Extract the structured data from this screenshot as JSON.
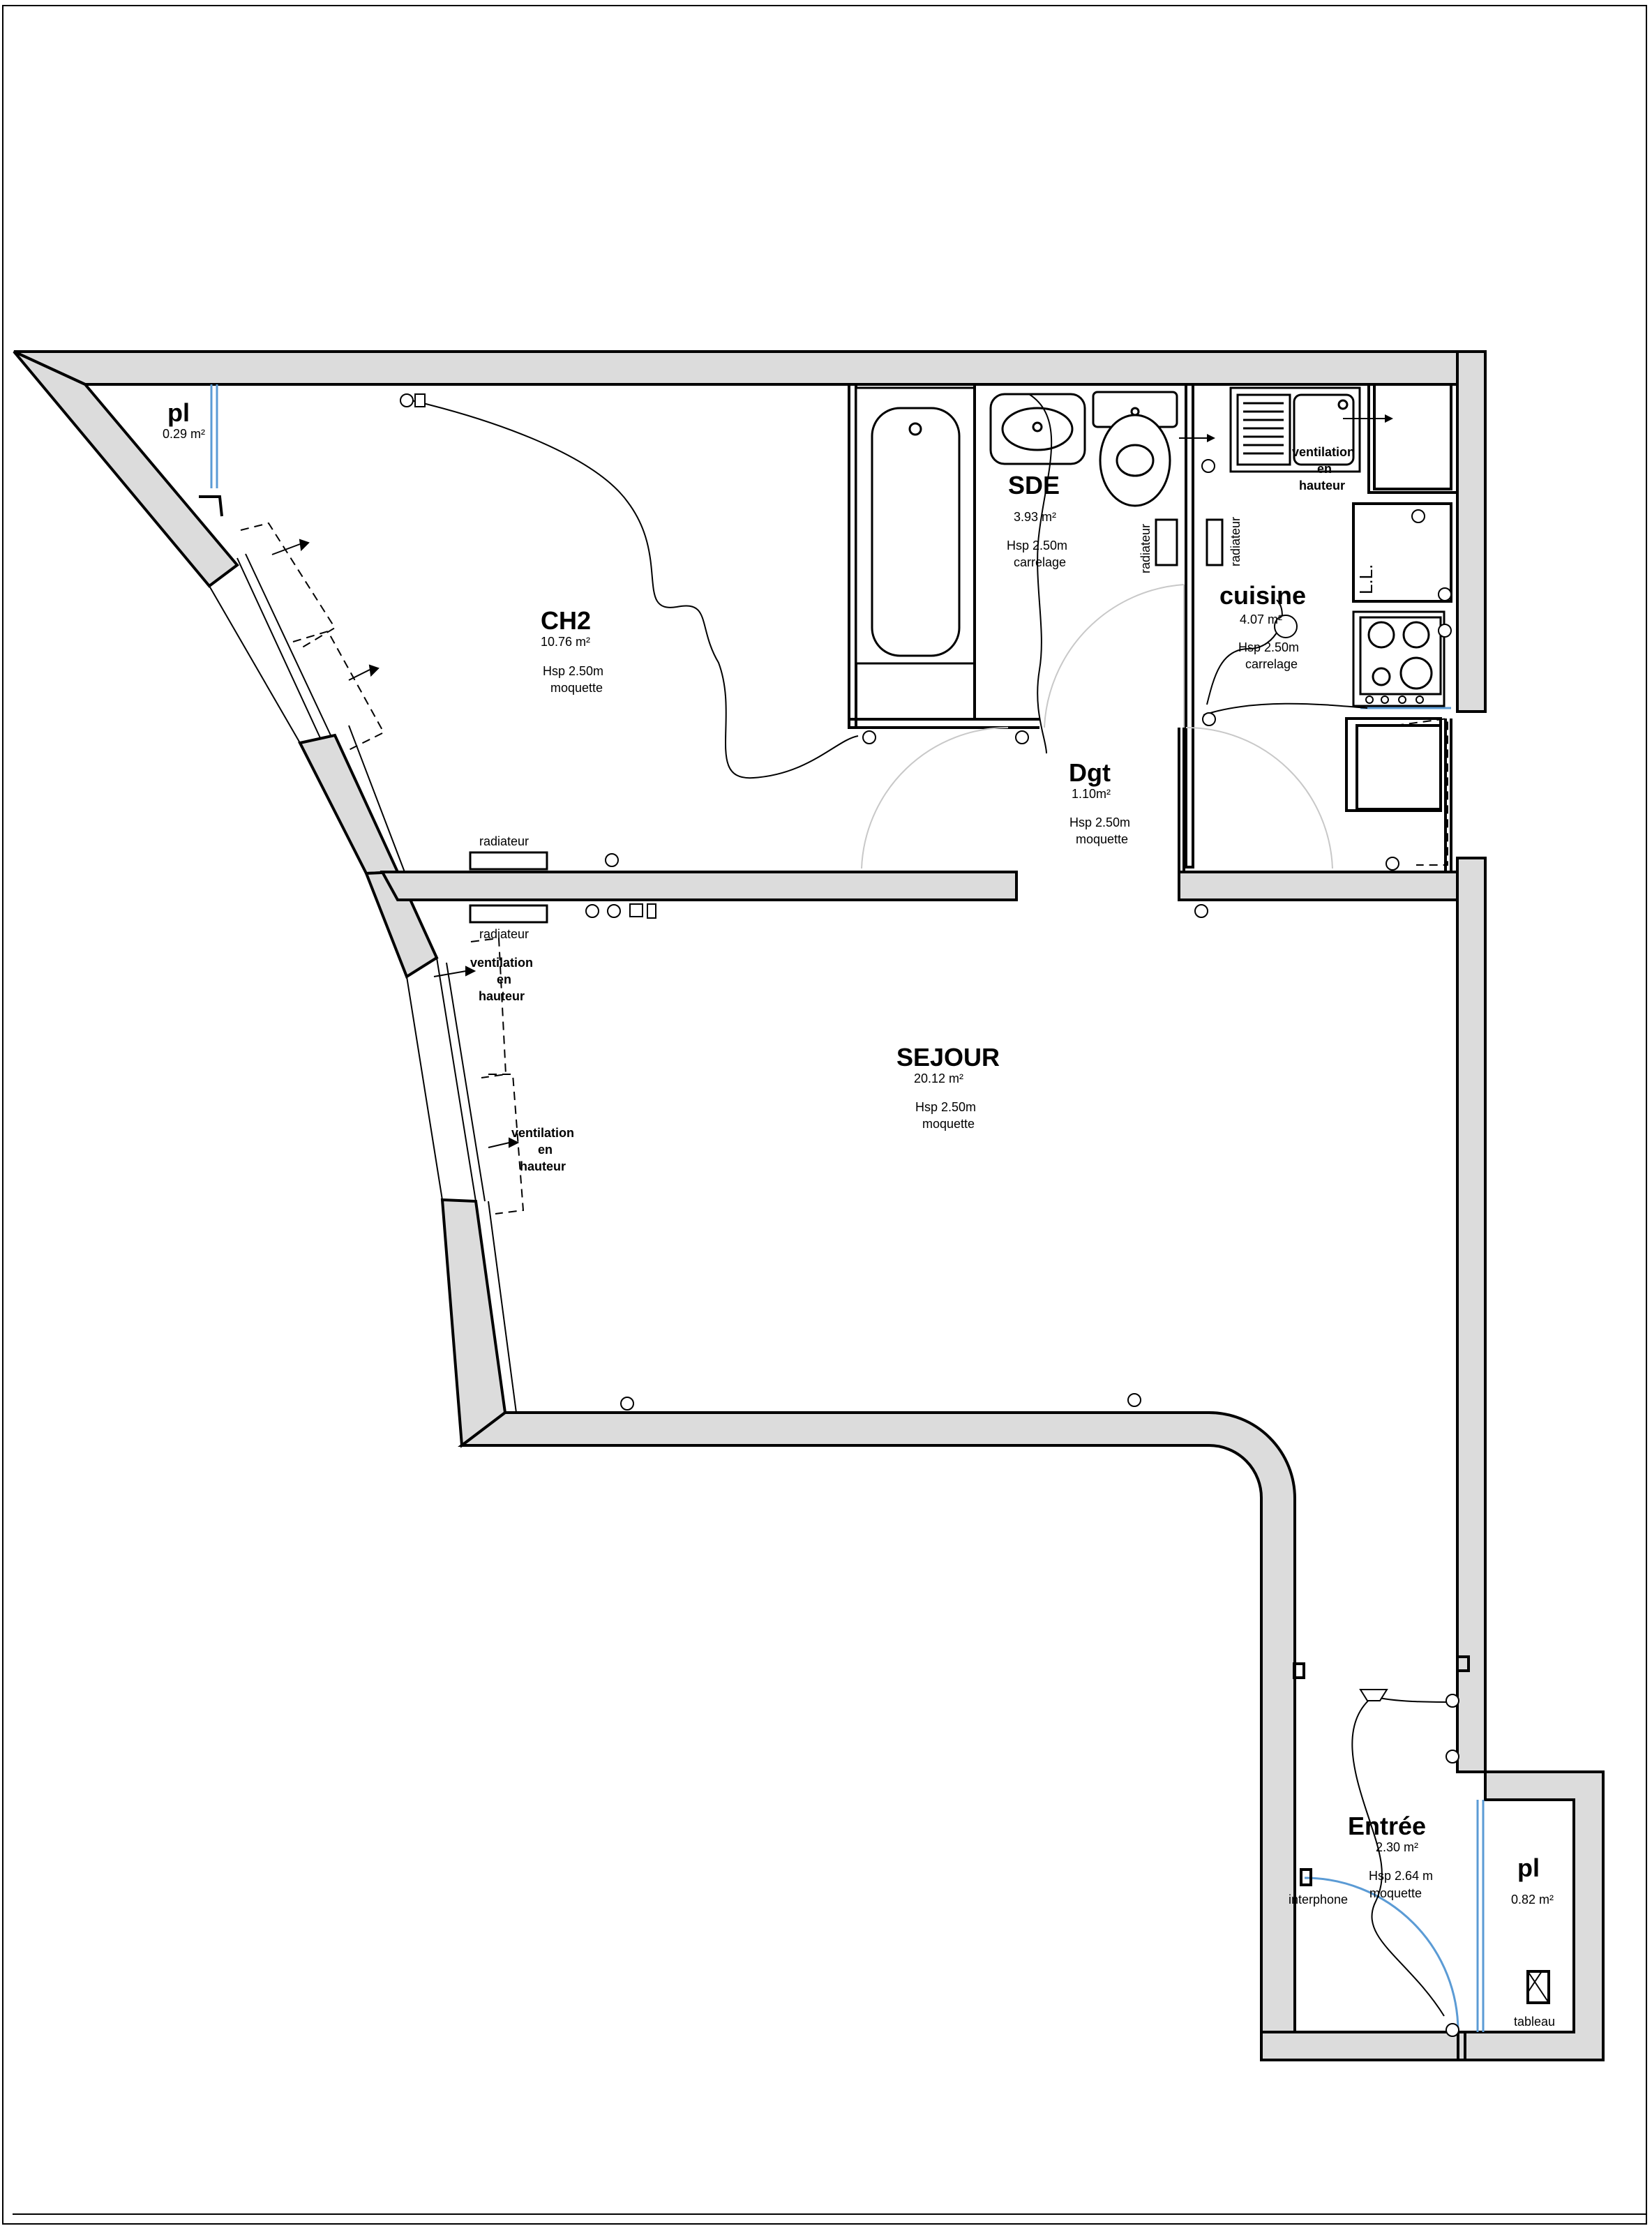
{
  "rooms": {
    "pl_top": {
      "name": "pl",
      "area": "0.29 m²"
    },
    "ch2": {
      "name": "CH2",
      "area": "10.76 m²",
      "height": "Hsp  2.50m",
      "floor": "moquette"
    },
    "sde": {
      "name": "SDE",
      "area": "3.93 m²",
      "height": "Hsp  2.50m",
      "floor": "carrelage"
    },
    "cuisine": {
      "name": "cuisine",
      "area": "4.07 m²",
      "height": "Hsp  2.50m",
      "floor": "carrelage"
    },
    "dgt": {
      "name": "Dgt",
      "area": "1.10m²",
      "height": "Hsp  2.50m",
      "floor": "moquette"
    },
    "sejour": {
      "name": "SEJOUR",
      "area": "20.12 m²",
      "height": "Hsp  2.50m",
      "floor": "moquette"
    },
    "entree": {
      "name": "Entrée",
      "area": "2.30 m²",
      "height": "Hsp 2.64 m",
      "floor": "moquette"
    },
    "pl_entree": {
      "name": "pl",
      "area": "0.82 m²"
    }
  },
  "labels": {
    "radiateur_ch2": "radiateur",
    "radiateur_sejour": "radiateur",
    "radiateur_sde": "radiateur",
    "radiateur_cuisine": "radiateur",
    "ventilation_cuisine": [
      "ventilation",
      "en",
      "hauteur"
    ],
    "ventilation_sejour_1": [
      "ventilation",
      "en",
      "hauteur"
    ],
    "ventilation_sejour_2": [
      "ventilation",
      "en",
      "hauteur"
    ],
    "ll": "L.L.",
    "interphone": "interphone",
    "tableau": "tableau"
  },
  "colors": {
    "wall": "#dcdcdc",
    "door_leaf": "#5b9bd5",
    "stroke": "#000000"
  }
}
